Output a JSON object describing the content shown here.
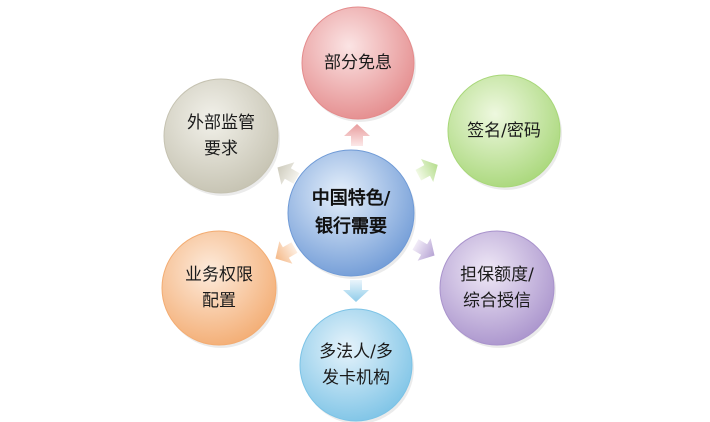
{
  "center": {
    "label": "中国特色/\n银行需要",
    "color_light": "#e6f0fb",
    "color_dark": "#6f9ad6"
  },
  "nodes": [
    {
      "id": "partial-interest-free",
      "label": "部分免息",
      "color_light": "#fbe4e4",
      "color_dark": "#e48b8c"
    },
    {
      "id": "signature-password",
      "label": "签名/密码",
      "color_light": "#eef8df",
      "color_dark": "#a8d779"
    },
    {
      "id": "guarantee-credit-limit",
      "label": "担保额度/\n综合授信",
      "color_light": "#efe8f6",
      "color_dark": "#a993cc"
    },
    {
      "id": "multi-legal-person-issuer",
      "label": "多法人/多\n发卡机构",
      "color_light": "#e6f3fb",
      "color_dark": "#7cc3e6"
    },
    {
      "id": "business-permission-config",
      "label": "业务权限\n配置",
      "color_light": "#fdebdc",
      "color_dark": "#f3ac72"
    },
    {
      "id": "external-regulatory-requirements",
      "label": "外部监管\n要求",
      "color_light": "#f2f1ea",
      "color_dark": "#c5c2b1"
    }
  ]
}
